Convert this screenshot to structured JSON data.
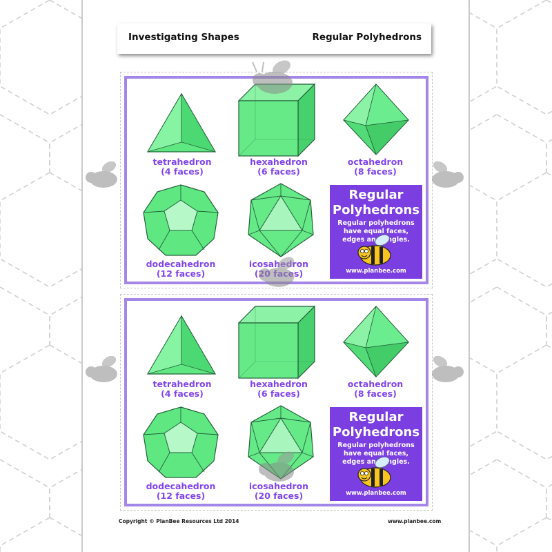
{
  "header": {
    "left_title": "Investigating Shapes",
    "right_title": "Regular Polyhedrons"
  },
  "cards": [
    {
      "shapes": [
        {
          "name": "tetrahedron",
          "faces": "(4 faces)"
        },
        {
          "name": "hexahedron",
          "faces": "(6 faces)"
        },
        {
          "name": "octahedron",
          "faces": "(8 faces)"
        },
        {
          "name": "dodecahedron",
          "faces": "(12 faces)"
        },
        {
          "name": "icosahedron",
          "faces": "(20 faces)"
        }
      ],
      "info": {
        "title_line1": "Regular",
        "title_line2": "Polyhedrons",
        "description": "Regular polyhedrons have equal faces, edges and angles.",
        "url": "www.planbee.com"
      }
    },
    {
      "shapes": [
        {
          "name": "tetrahedron",
          "faces": "(4 faces)"
        },
        {
          "name": "hexahedron",
          "faces": "(6 faces)"
        },
        {
          "name": "octahedron",
          "faces": "(8 faces)"
        },
        {
          "name": "dodecahedron",
          "faces": "(12 faces)"
        },
        {
          "name": "icosahedron",
          "faces": "(20 faces)"
        }
      ],
      "info": {
        "title_line1": "Regular",
        "title_line2": "Polyhedrons",
        "description": "Regular polyhedrons have equal faces, edges and angles.",
        "url": "www.planbee.com"
      }
    }
  ],
  "footer": {
    "copyright": "Copyright © PlanBee Resources Ltd 2014",
    "website": "www.planbee.com"
  },
  "colors": {
    "card_border": "#a486e8",
    "label_purple": "#8045e8",
    "info_bg": "#7b3ee0",
    "shape_green": "#66ee88",
    "edge": "#1a4a26"
  },
  "icons": {
    "mascot": "bee-icon",
    "watermark": "bee-watermark-icon"
  }
}
